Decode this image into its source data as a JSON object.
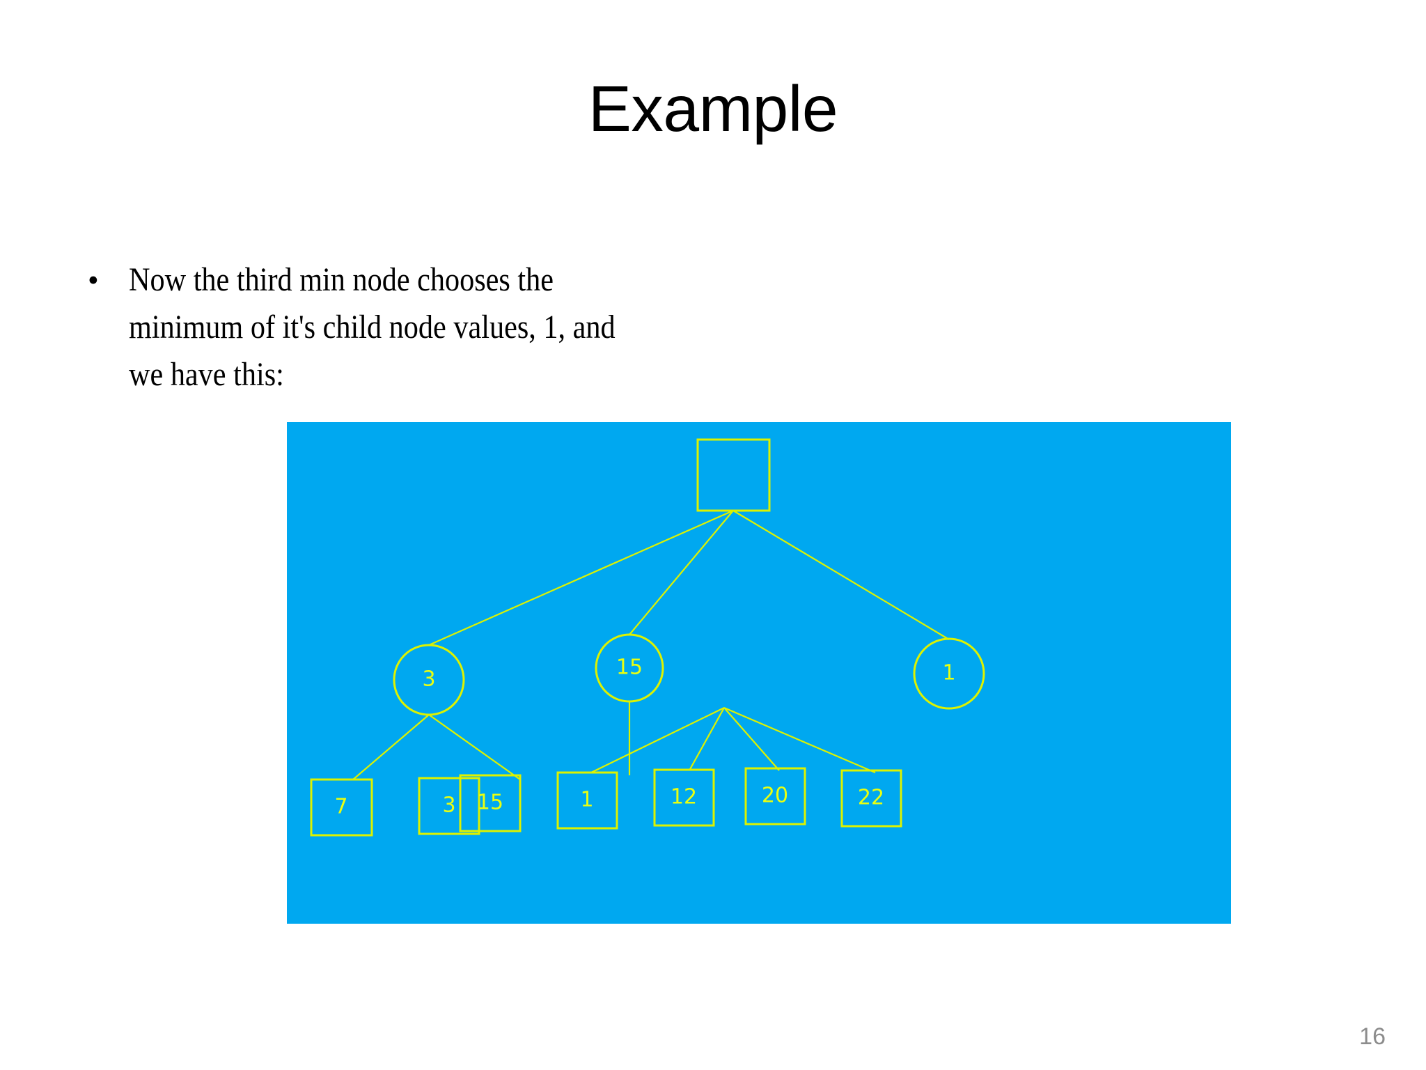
{
  "slide": {
    "title": "Example",
    "page_number": "16",
    "background_color": "#ffffff",
    "title_color": "#000000",
    "page_number_color": "#8c8c8c"
  },
  "body": {
    "bullet_marker": "•",
    "lines": [
      "Now the third min node chooses the",
      "minimum of it's child node values, 1, and",
      "we have this:"
    ],
    "full_text": "Now the third min node chooses the minimum of it's child node values, 1, and we have this:"
  },
  "diagram": {
    "background_color": "#00a8f0",
    "stroke_color": "#ddf200",
    "label_color": "#e9ff10",
    "root": {
      "label": "",
      "shape": "square"
    },
    "level2": [
      {
        "label": "3",
        "shape": "circle"
      },
      {
        "label": "15",
        "shape": "circle"
      },
      {
        "label": "1",
        "shape": "circle"
      }
    ],
    "leaves": [
      {
        "label": "7",
        "shape": "square",
        "parent": "3"
      },
      {
        "label": "3",
        "shape": "square",
        "parent": "3"
      },
      {
        "label": "15",
        "shape": "square",
        "parent": "15"
      },
      {
        "label": "1",
        "shape": "square",
        "parent": "1"
      },
      {
        "label": "12",
        "shape": "square",
        "parent": "1"
      },
      {
        "label": "20",
        "shape": "square",
        "parent": "1"
      },
      {
        "label": "22",
        "shape": "square",
        "parent": "1"
      }
    ]
  }
}
